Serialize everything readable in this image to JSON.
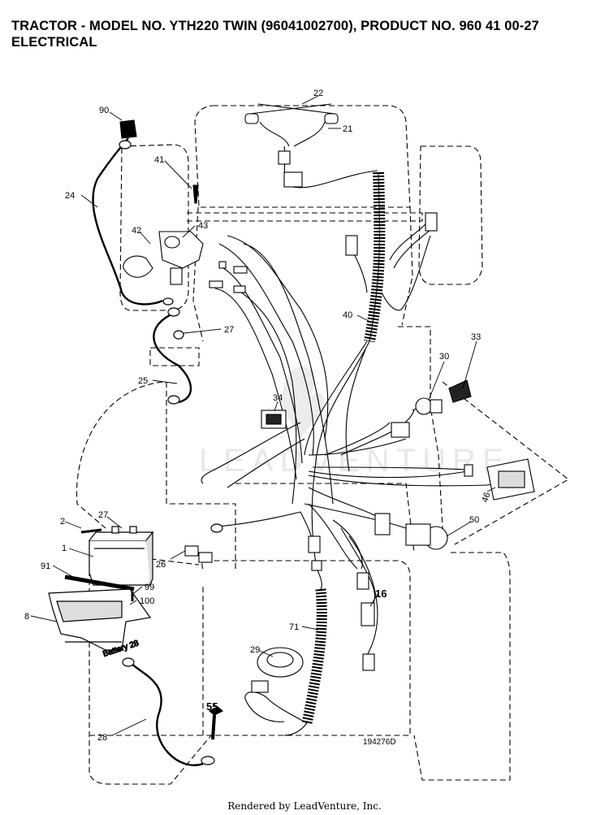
{
  "header": {
    "line1": "TRACTOR - MODEL NO. YTH220 TWIN (96041002700), PRODUCT NO. 960 41 00-27",
    "line2": "ELECTRICAL"
  },
  "watermark": "LEADVENTURE",
  "diagram_ref": "194276D",
  "battery_text": "Battery 28",
  "footer": "Rendered by LeadVenture, Inc.",
  "callouts": {
    "c90": "90",
    "c41": "41",
    "c24": "24",
    "c42": "42",
    "c43": "43",
    "c27a": "27",
    "c25": "25",
    "c22": "22",
    "c21": "21",
    "c40": "40",
    "c33": "33",
    "c30": "30",
    "c34": "34",
    "c46": "46",
    "c50": "50",
    "c2": "2",
    "c27b": "27",
    "c1": "1",
    "c91": "91",
    "c99": "99",
    "c100": "100",
    "c8": "8",
    "c26": "26",
    "c16": "16",
    "c71": "71",
    "c29": "29",
    "c55": "55",
    "c28": "28"
  }
}
